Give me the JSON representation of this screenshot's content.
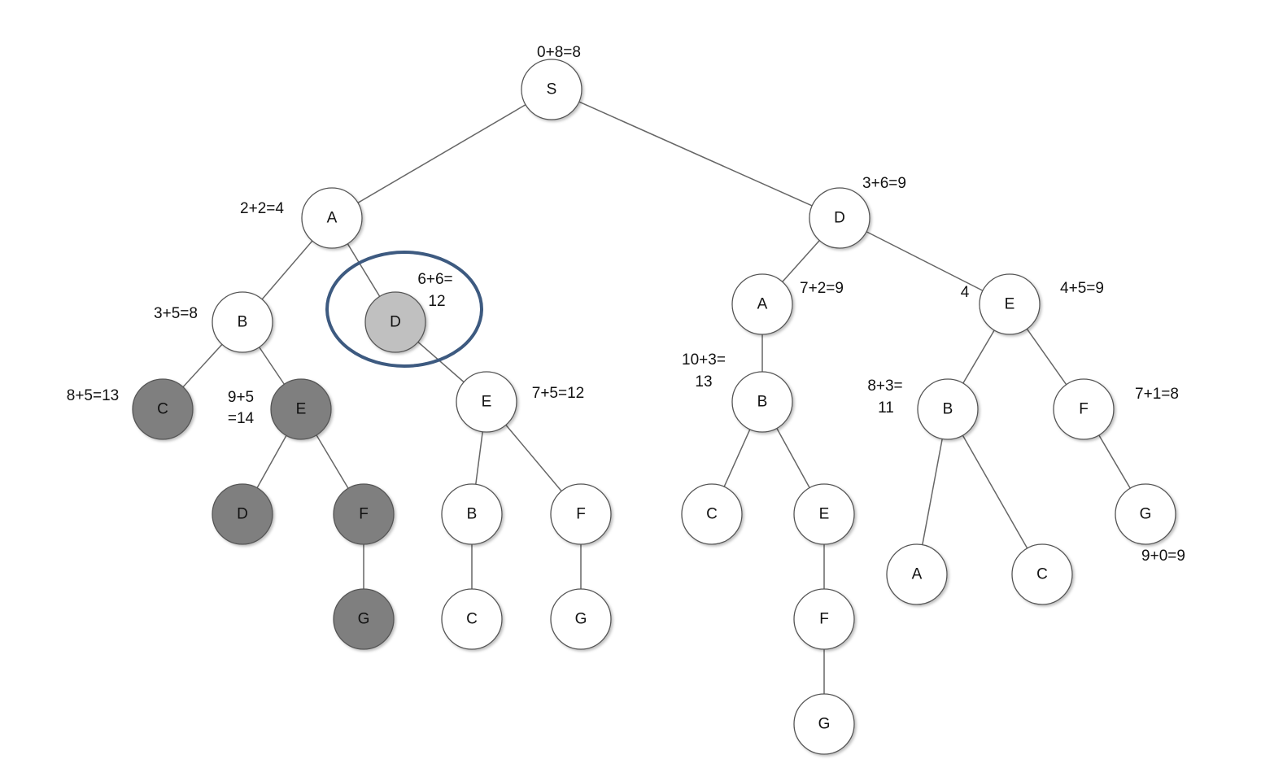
{
  "colors": {
    "white": "#ffffff",
    "expanded_dark": "#7f7f7f",
    "selected_light": "#c0c0c0",
    "edge": "#666666",
    "highlight": "#3d5a80"
  },
  "nodes": [
    {
      "id": "S",
      "label": "S",
      "fill": "white"
    },
    {
      "id": "A1",
      "label": "A",
      "fill": "white"
    },
    {
      "id": "D1",
      "label": "D",
      "fill": "white"
    },
    {
      "id": "B1",
      "label": "B",
      "fill": "white"
    },
    {
      "id": "D2",
      "label": "D",
      "fill": "selected_light",
      "highlighted": true
    },
    {
      "id": "A2",
      "label": "A",
      "fill": "white"
    },
    {
      "id": "E1",
      "label": "E",
      "fill": "white"
    },
    {
      "id": "C1",
      "label": "C",
      "fill": "expanded_dark"
    },
    {
      "id": "E2",
      "label": "E",
      "fill": "expanded_dark"
    },
    {
      "id": "E3",
      "label": "E",
      "fill": "white"
    },
    {
      "id": "B2",
      "label": "B",
      "fill": "white"
    },
    {
      "id": "B3",
      "label": "B",
      "fill": "white"
    },
    {
      "id": "F1",
      "label": "F",
      "fill": "white"
    },
    {
      "id": "D3",
      "label": "D",
      "fill": "expanded_dark"
    },
    {
      "id": "F2",
      "label": "F",
      "fill": "expanded_dark"
    },
    {
      "id": "B4",
      "label": "B",
      "fill": "white"
    },
    {
      "id": "F3",
      "label": "F",
      "fill": "white"
    },
    {
      "id": "C2",
      "label": "C",
      "fill": "white"
    },
    {
      "id": "E4",
      "label": "E",
      "fill": "white"
    },
    {
      "id": "G1",
      "label": "G",
      "fill": "white"
    },
    {
      "id": "G2",
      "label": "G",
      "fill": "expanded_dark"
    },
    {
      "id": "C3",
      "label": "C",
      "fill": "white"
    },
    {
      "id": "G3",
      "label": "G",
      "fill": "white"
    },
    {
      "id": "F4",
      "label": "F",
      "fill": "white"
    },
    {
      "id": "A3",
      "label": "A",
      "fill": "white"
    },
    {
      "id": "C4",
      "label": "C",
      "fill": "white"
    },
    {
      "id": "G4",
      "label": "G",
      "fill": "white"
    }
  ],
  "edges": [
    [
      "S",
      "A1"
    ],
    [
      "S",
      "D1"
    ],
    [
      "A1",
      "B1"
    ],
    [
      "A1",
      "D2"
    ],
    [
      "D1",
      "A2"
    ],
    [
      "D1",
      "E1"
    ],
    [
      "B1",
      "C1"
    ],
    [
      "B1",
      "E2"
    ],
    [
      "D2",
      "E3"
    ],
    [
      "A2",
      "B2"
    ],
    [
      "E1",
      "B3"
    ],
    [
      "E1",
      "F1"
    ],
    [
      "E2",
      "D3"
    ],
    [
      "E2",
      "F2"
    ],
    [
      "E3",
      "B4"
    ],
    [
      "E3",
      "F3"
    ],
    [
      "B2",
      "C2"
    ],
    [
      "B2",
      "E4"
    ],
    [
      "F1",
      "G1"
    ],
    [
      "F2",
      "G2"
    ],
    [
      "B4",
      "C3"
    ],
    [
      "F3",
      "G3"
    ],
    [
      "E4",
      "F4"
    ],
    [
      "B3",
      "A3"
    ],
    [
      "B3",
      "C4"
    ],
    [
      "F4",
      "G4"
    ]
  ],
  "annotations": [
    {
      "id": "ann-S",
      "text": "0+8=8"
    },
    {
      "id": "ann-A1",
      "text": "2+2=4"
    },
    {
      "id": "ann-D1",
      "text": "3+6=9"
    },
    {
      "id": "ann-B1",
      "text": "3+5=8"
    },
    {
      "id": "ann-D2a",
      "text": "6+6="
    },
    {
      "id": "ann-D2b",
      "text": "12"
    },
    {
      "id": "ann-A2",
      "text": "7+2=9"
    },
    {
      "id": "ann-E1-left",
      "text": "4"
    },
    {
      "id": "ann-E1",
      "text": "4+5=9"
    },
    {
      "id": "ann-C1",
      "text": "8+5=13"
    },
    {
      "id": "ann-E2a",
      "text": "9+5"
    },
    {
      "id": "ann-E2b",
      "text": "=14"
    },
    {
      "id": "ann-E3",
      "text": "7+5=12"
    },
    {
      "id": "ann-B2a",
      "text": "10+3="
    },
    {
      "id": "ann-B2b",
      "text": "13"
    },
    {
      "id": "ann-B3a",
      "text": "8+3="
    },
    {
      "id": "ann-B3b",
      "text": "11"
    },
    {
      "id": "ann-F1",
      "text": "7+1=8"
    },
    {
      "id": "ann-G1",
      "text": "9+0=9"
    }
  ]
}
